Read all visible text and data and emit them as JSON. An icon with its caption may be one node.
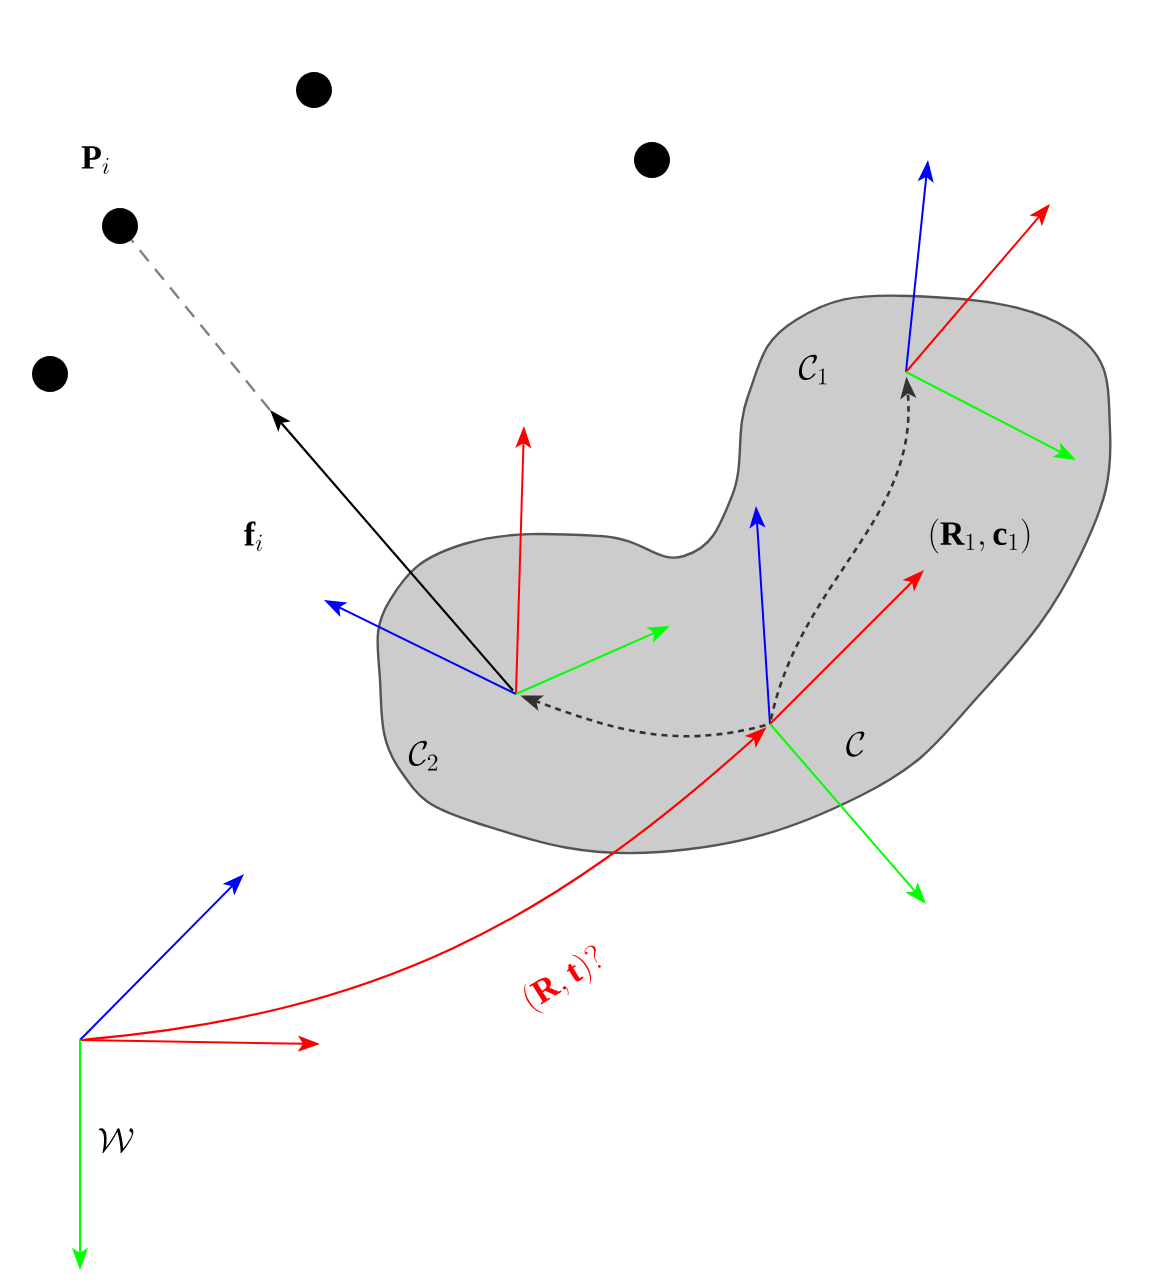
{
  "diagram": {
    "nodes": [
      {
        "text": [],
        "shape": "circle"
      },
      {
        "text": [],
        "shape": "circle"
      },
      {
        "text": [],
        "shape": "circle",
        "beside": [
          "\\mathbf{P}_i"
        ]
      },
      {
        "text": [],
        "shape": "circle"
      },
      {
        "text": [
          "\\mathcal{C}_1"
        ]
      },
      {
        "text": [
          "\\mathcal{C}_2"
        ]
      },
      {
        "text": [
          "\\mathcal{C}"
        ]
      },
      {
        "text": [
          "\\mathcal{W}"
        ]
      }
    ],
    "edges": [
      {
        "from": 5,
        "to": null,
        "arrow": "to",
        "label": "\\mathbf{f}_i"
      },
      {
        "from": null,
        "to": 2,
        "arrow": "none",
        "style": "dashed",
        "color": "#808080"
      },
      {
        "from": 6,
        "to": 5,
        "arrow": "to",
        "style": "dashed"
      },
      {
        "from": 6,
        "to": 4,
        "arrow": "to",
        "style": "dashed",
        "label": "(\\mathbf{R}_1,\\mathbf{c}_1)"
      },
      {
        "from": 7,
        "to": 6,
        "arrow": "to",
        "color": "#ff0000",
        "label": "(\\mathbf{R},\\mathbf{t})?"
      }
    ]
  }
}
